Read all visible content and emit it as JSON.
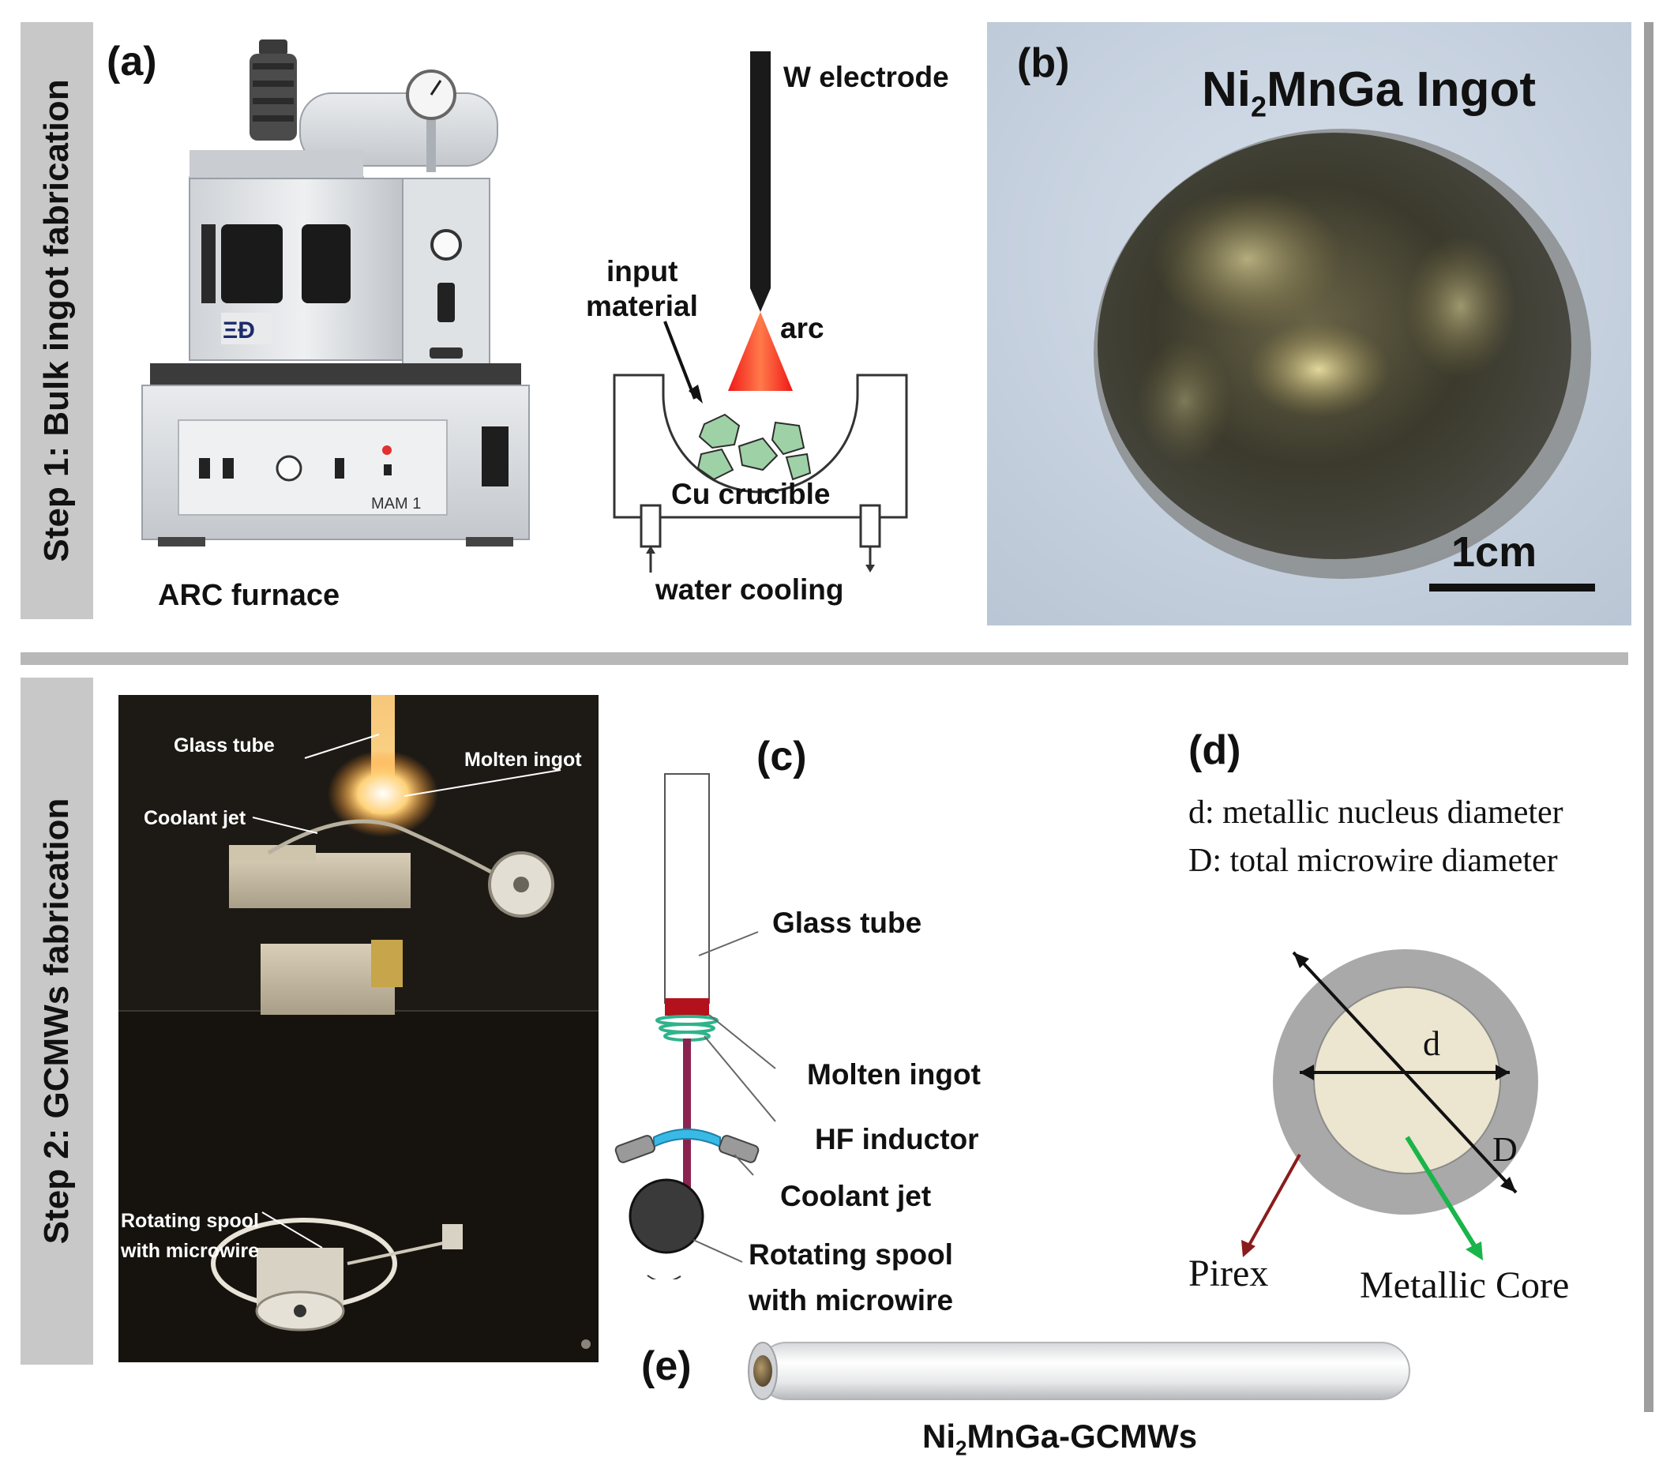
{
  "step1": {
    "label": "Step 1: Bulk ingot fabrication"
  },
  "step2": {
    "label": "Step 2: GCMWs fabrication"
  },
  "panel_a": {
    "letter": "(a)",
    "caption": "ARC furnace",
    "furnace_badge": "MAM 1",
    "diagram": {
      "electrode": "W electrode",
      "input_line1": "input",
      "input_line2": "material",
      "arc": "arc",
      "crucible": "Cu crucible",
      "cooling": "water cooling"
    }
  },
  "panel_b": {
    "letter": "(b)",
    "title_prefix": "Ni",
    "title_sub": "2",
    "title_suffix": "MnGa Ingot",
    "scale": "1cm"
  },
  "photo2": {
    "glass_tube": "Glass tube",
    "molten_ingot": "Molten ingot",
    "coolant_jet": "Coolant jet",
    "spool_line1": "Rotating spool",
    "spool_line2": "with microwire"
  },
  "panel_c": {
    "letter": "(c)",
    "glass_tube": "Glass tube",
    "molten_ingot": "Molten ingot",
    "hf_inductor": "HF inductor",
    "coolant_jet": "Coolant jet",
    "spool_line1": "Rotating spool",
    "spool_line2": "with microwire"
  },
  "panel_d": {
    "letter": "(d)",
    "legend_d": "d: metallic nucleus diameter",
    "legend_D": "D: total microwire diameter",
    "label_d": "d",
    "label_D": "D",
    "pirex": "Pirex",
    "core": "Metallic Core"
  },
  "panel_e": {
    "letter": "(e)",
    "caption_prefix": "Ni",
    "caption_sub": "2",
    "caption_suffix": "MnGa-GCMWs"
  },
  "colors": {
    "sidebar": "#c8c8c8",
    "arc_red": "#f01818",
    "grain_green": "#9fd1a7",
    "glass_gray": "#a9a9a9",
    "core_beige": "#ece5cf",
    "pirex_arrow": "#8b1c1c",
    "core_arrow": "#19b54a",
    "wire_purple": "#8b2350",
    "inductor_cyan": "#39b9e6",
    "inductor_green": "#2fb38d"
  }
}
